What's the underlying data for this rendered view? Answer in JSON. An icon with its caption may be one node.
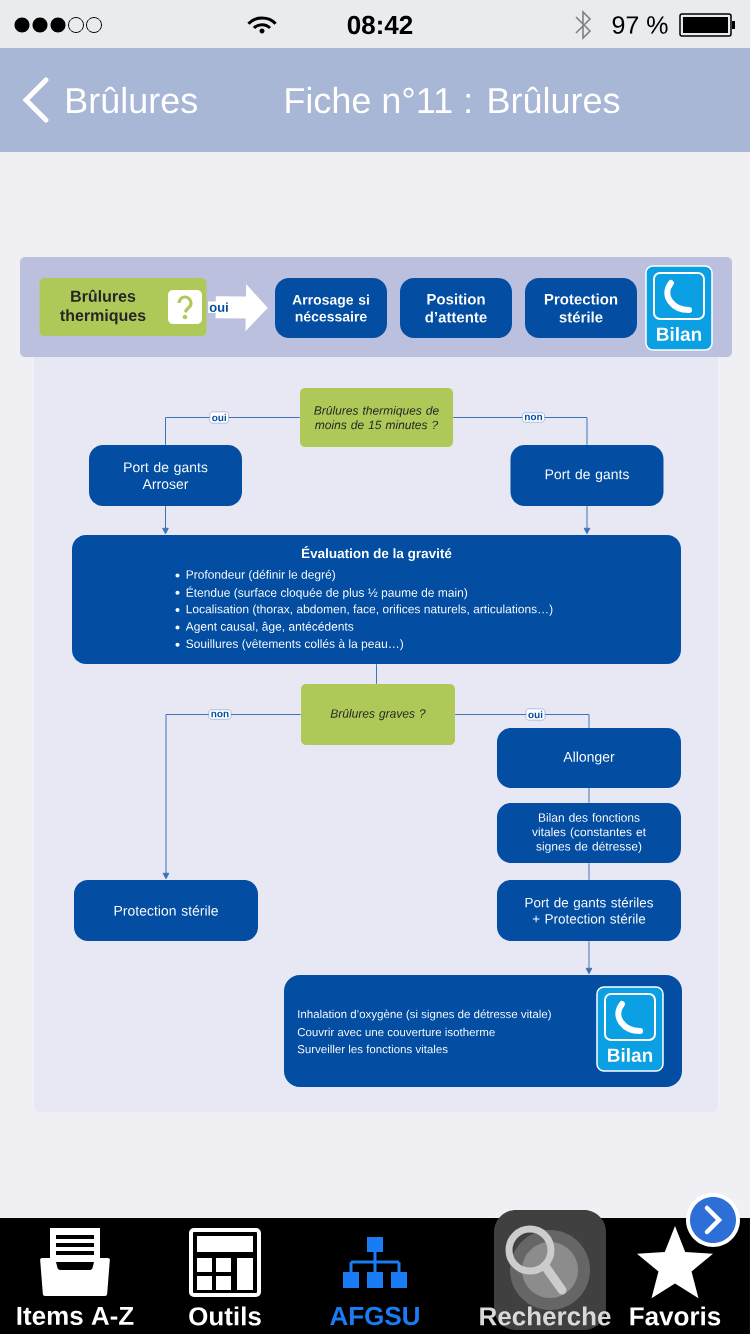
{
  "diagram": {
    "title": "Fiche n°11 : Brûlures",
    "nodes": [
      {
        "text": [
          "Brûlures thermiques"
        ]
      },
      {
        "text": [
          "Arrosage si nécessaire"
        ]
      },
      {
        "text": [
          "Position d’attente"
        ]
      },
      {
        "text": [
          "Protection stérile"
        ]
      },
      {
        "text": [
          "Bilan"
        ]
      },
      {
        "text": [
          "Brûlures thermiques de moins de 15 minutes ?"
        ]
      },
      {
        "text": [
          "Port de gants Arroser"
        ]
      },
      {
        "text": [
          "Port de gants"
        ]
      },
      {
        "text": [
          "Évaluation de la gravité",
          "Profondeur (définir le degré)",
          "Étendue (surface cloquée de plus ½ paume de main)",
          "Localisation (thorax, abdomen, face, orifices naturels, articulations…)",
          "Agent causal, âge, antécédents",
          "Souillures (vêtements collés à la peau…)"
        ]
      },
      {
        "text": [
          "Brûlures graves ?"
        ]
      },
      {
        "text": [
          "Allonger"
        ]
      },
      {
        "text": [
          "Bilan des fonctions vitales (constantes et signes de détresse)"
        ]
      },
      {
        "text": [
          "Port de gants stériles + Protection stérile"
        ]
      },
      {
        "text": [
          "Protection stérile"
        ]
      },
      {
        "text": [
          "Inhalation d’oxygène (si signes de détresse vitale)",
          "Couvrir avec une couverture isotherme",
          "Surveiller les fonctions vitales"
        ]
      },
      {
        "text": [
          "Bilan"
        ],
        "in": 14
      }
    ],
    "edges": [
      {
        "from": 0,
        "to": 1,
        "arrow": "to",
        "label": "oui",
        "style": "thick",
        "color": "#ffffff"
      },
      {
        "from": 5,
        "to": 6,
        "arrow": "none",
        "label": "oui"
      },
      {
        "from": 5,
        "to": 7,
        "arrow": "none",
        "label": "non"
      },
      {
        "from": 6,
        "to": 8,
        "arrow": "to"
      },
      {
        "from": 7,
        "to": 8,
        "arrow": "to"
      },
      {
        "from": 8,
        "to": 9,
        "arrow": "none"
      },
      {
        "from": 9,
        "to": 13,
        "arrow": "to",
        "label": "non"
      },
      {
        "from": 9,
        "to": 10,
        "arrow": "none",
        "label": "oui"
      },
      {
        "from": 10,
        "to": 11,
        "arrow": "none"
      },
      {
        "from": 11,
        "to": 12,
        "arrow": "none"
      },
      {
        "from": 12,
        "to": 14,
        "arrow": "to"
      }
    ],
    "labels": [
      "08:42",
      "97 %",
      "Brûlures",
      "Items A-Z",
      "Outils",
      "AFGSU",
      "Recherche",
      "Favoris"
    ]
  }
}
